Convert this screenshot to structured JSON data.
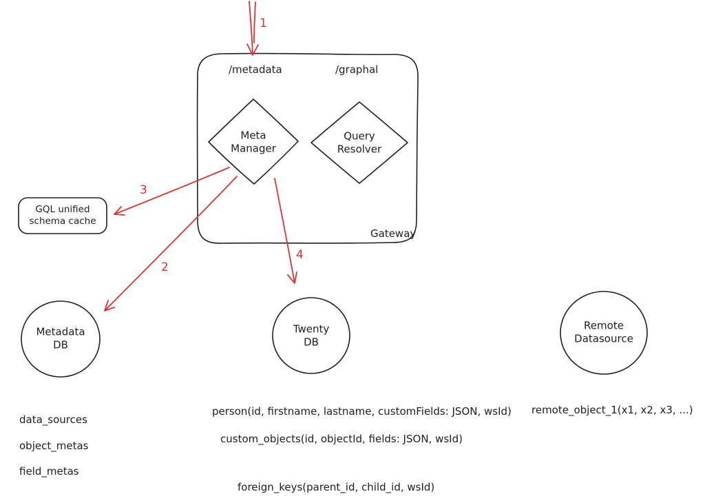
{
  "gateway": {
    "label": "Gateway",
    "endpoints": {
      "metadata": "/metadata",
      "graphql": "/graphal"
    },
    "meta_manager": "Meta\nManager",
    "query_resolver": "Query\nResolver"
  },
  "cache": {
    "label": "GQL unified\nschema cache"
  },
  "databases": {
    "metadata_db": {
      "label": "Metadata\nDB",
      "tables": [
        "data_sources",
        "object_metas",
        "field_metas"
      ]
    },
    "twenty_db": {
      "label": "Twenty\nDB",
      "tables": [
        "person(id, firstname, lastname, customFields: JSON, wsId)",
        "custom_objects(id, objectId, fields: JSON, wsId)",
        "foreign_keys(parent_id, child_id, wsId)"
      ]
    },
    "remote_datasource": {
      "label": "Remote\nDatasource",
      "tables": [
        "remote_object_1(x1, x2, x3, ...)"
      ]
    }
  },
  "arrow_labels": {
    "a1": "1",
    "a2": "2",
    "a3": "3",
    "a4": "4"
  },
  "colors": {
    "stroke": "#1e1e1e",
    "arrow": "#e03131",
    "background": "#ffffff"
  }
}
